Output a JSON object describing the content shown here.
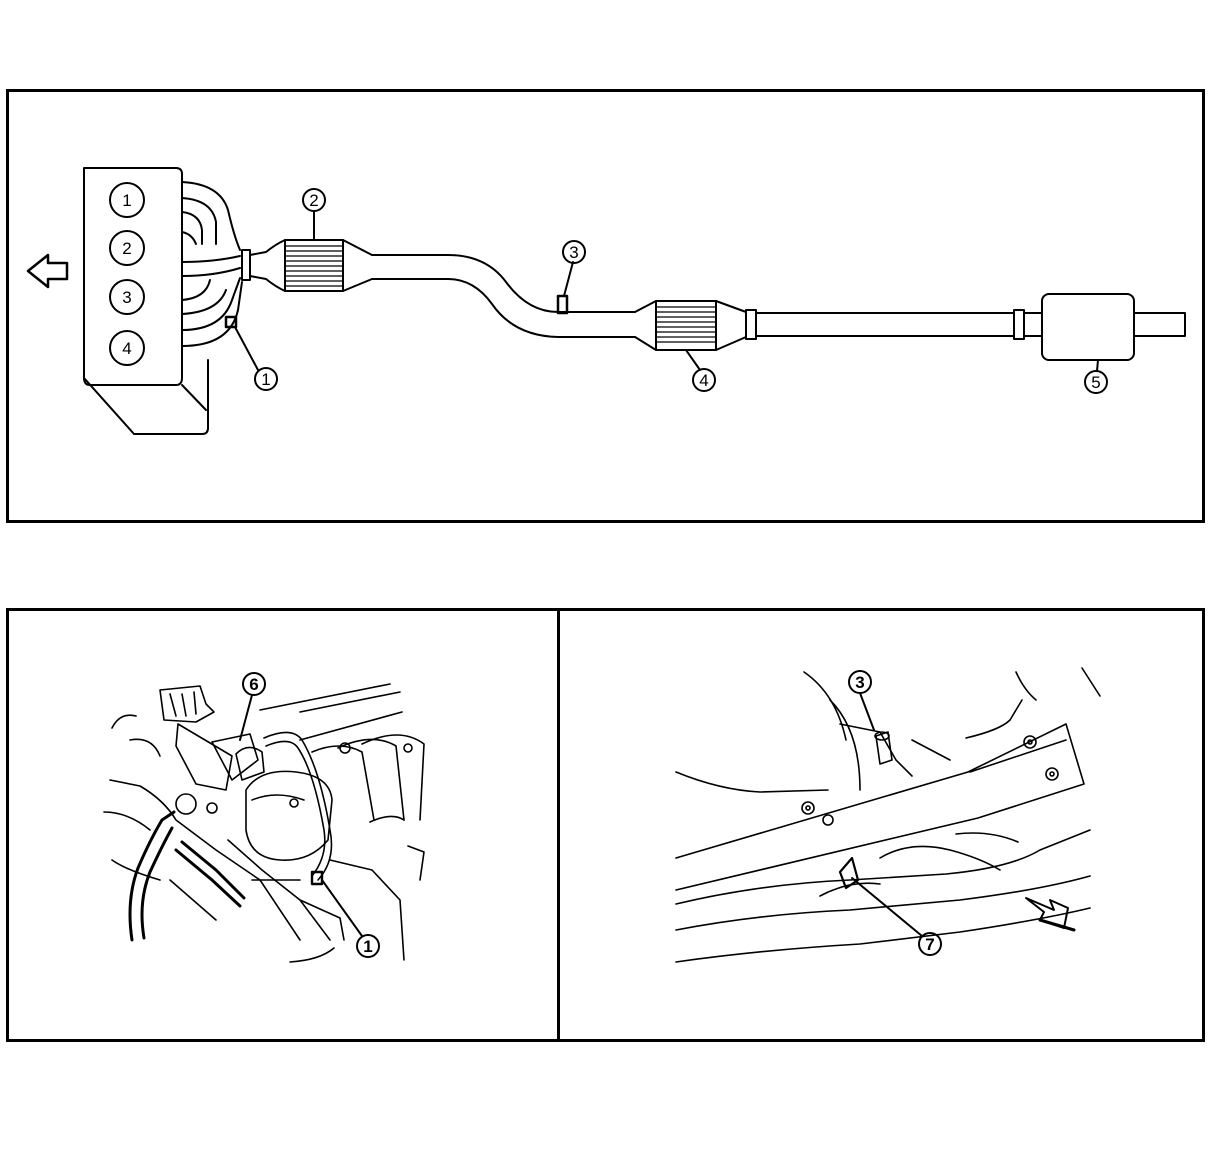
{
  "diagram": {
    "cylinders": [
      "1",
      "2",
      "3",
      "4"
    ],
    "callouts": {
      "c1": "1",
      "c2": "2",
      "c3": "3",
      "c4": "4",
      "c5": "5",
      "c6": "6",
      "c7": "7"
    },
    "colors": {
      "line": "#000000",
      "background": "#ffffff"
    },
    "icons": [
      "front-direction-arrow-icon",
      "front-direction-arrow-icon-small"
    ]
  }
}
